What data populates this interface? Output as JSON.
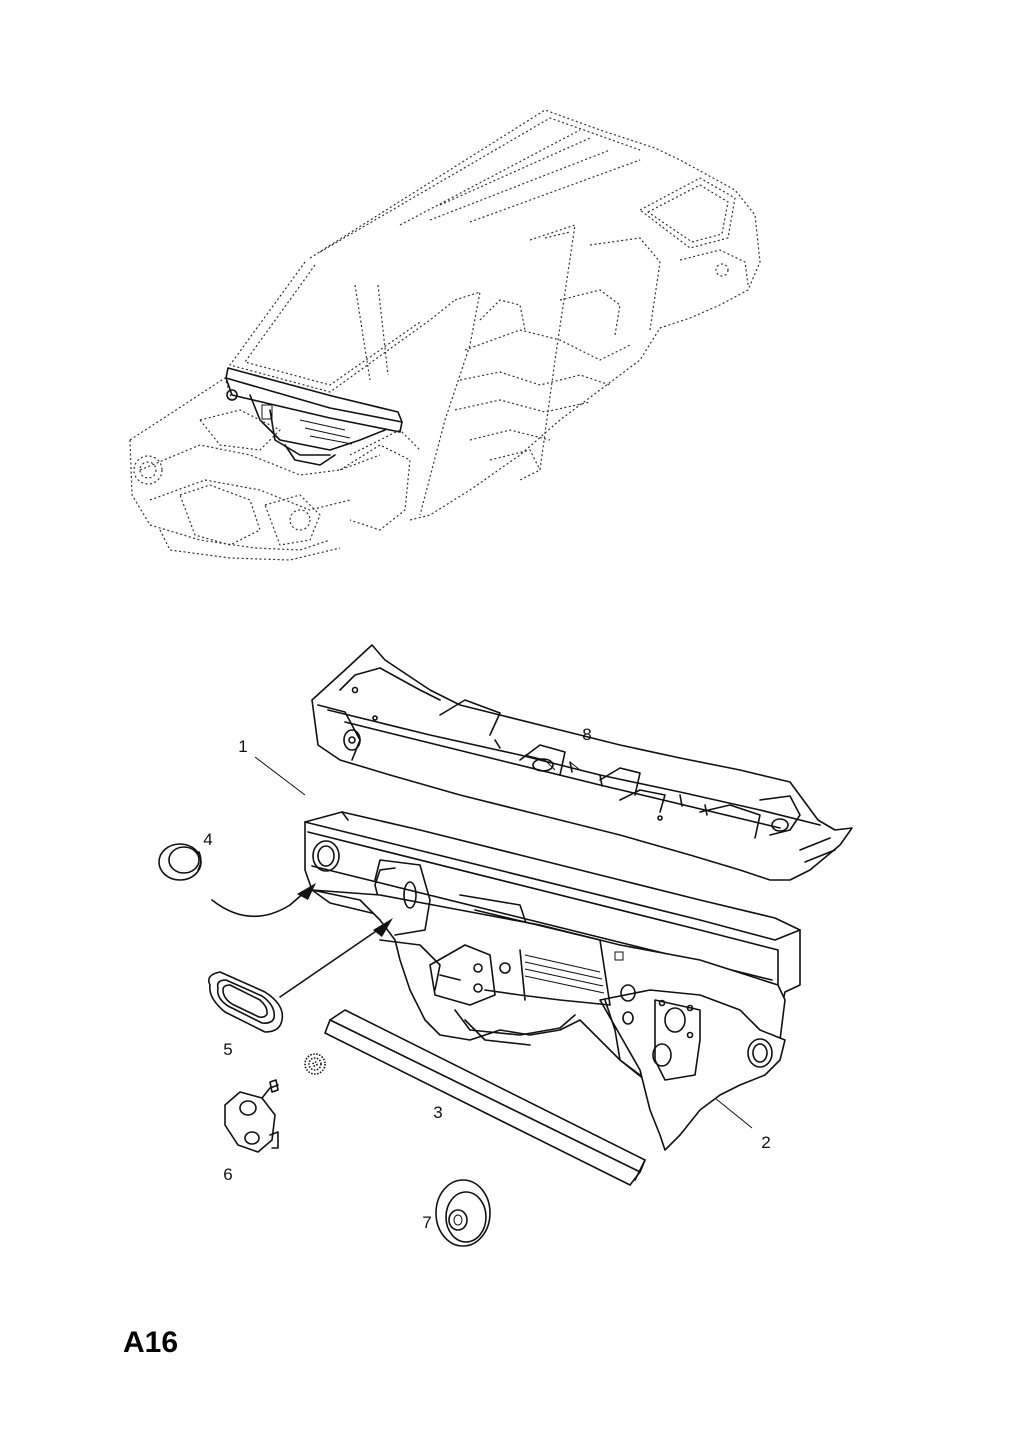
{
  "page_code": "A16",
  "callouts": [
    {
      "id": "1",
      "label": "1"
    },
    {
      "id": "2",
      "label": "2"
    },
    {
      "id": "3",
      "label": "3"
    },
    {
      "id": "4",
      "label": "4"
    },
    {
      "id": "5",
      "label": "5"
    },
    {
      "id": "6",
      "label": "6"
    },
    {
      "id": "7",
      "label": "7"
    },
    {
      "id": "8",
      "label": "8"
    }
  ]
}
